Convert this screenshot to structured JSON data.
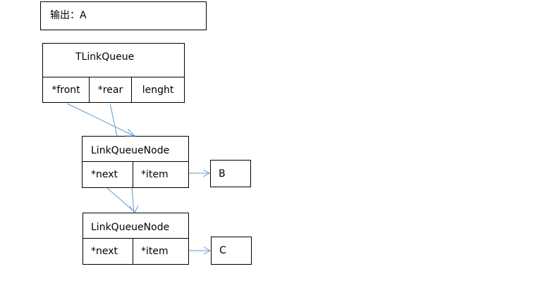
{
  "output": {
    "label": "输出：A"
  },
  "tlinkqueue": {
    "title": "TLinkQueue",
    "fields": [
      "*front",
      "*rear",
      "lenght"
    ]
  },
  "node1": {
    "title": "LinkQueueNode",
    "fields": [
      "*next",
      "*item"
    ],
    "value": "B"
  },
  "node2": {
    "title": "LinkQueueNode",
    "fields": [
      "*next",
      "*item"
    ],
    "value": "C"
  },
  "colors": {
    "arrow": "#5b9bd5",
    "border": "#000000"
  }
}
